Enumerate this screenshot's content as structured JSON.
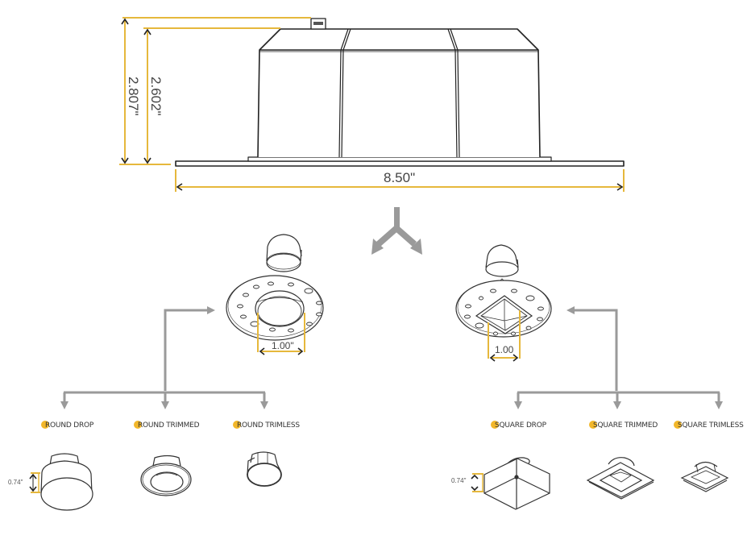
{
  "colors": {
    "dimension": "#e6b83c",
    "outline": "#222222",
    "flow_arrow": "#9a9a9a",
    "label_dot": "#f2b72a"
  },
  "housing": {
    "height_overall": "2.807\"",
    "height_body": "2.602\"",
    "width": "8.50\""
  },
  "round_branch": {
    "aperture": "1.00\"",
    "items": [
      {
        "label": "ROUND DROP",
        "initial": "R",
        "rest": "OUND DROP"
      },
      {
        "label": "ROUND TRIMMED",
        "initial": "R",
        "rest": "OUND TRIMMED"
      },
      {
        "label": "ROUND TRIMLESS",
        "initial": "R",
        "rest": "OUND TRIMLESS"
      }
    ],
    "drop_height": "0.74\""
  },
  "square_branch": {
    "aperture": "1.00",
    "items": [
      {
        "label": "SQUARE DROP",
        "initial": "S",
        "rest": "QUARE DROP"
      },
      {
        "label": "SQUARE TRIMMED",
        "initial": "S",
        "rest": "QUARE TRIMMED"
      },
      {
        "label": "SQUARE TRIMLESS",
        "initial": "S",
        "rest": "QUARE TRIMLESS"
      }
    ],
    "drop_height": "0.74\""
  }
}
